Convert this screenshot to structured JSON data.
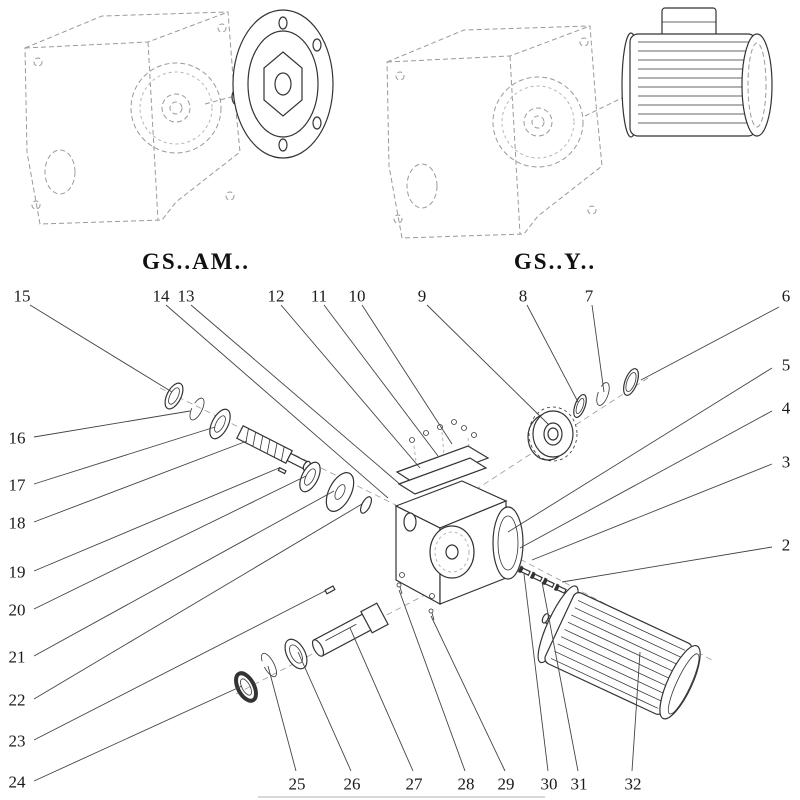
{
  "titles": {
    "left": "GS..AM..",
    "right": "GS..Y.."
  },
  "callouts": {
    "top": [
      "15",
      "14",
      "13",
      "12",
      "11",
      "10",
      "9",
      "8",
      "7",
      "6"
    ],
    "left": [
      "16",
      "17",
      "18",
      "19",
      "20",
      "21",
      "22",
      "23",
      "24"
    ],
    "right": [
      "5",
      "4",
      "3",
      "2"
    ],
    "bottom": [
      "25",
      "26",
      "27",
      "28",
      "29",
      "30",
      "31",
      "32"
    ]
  },
  "colors": {
    "line": "#333333",
    "hidden_line": "#9a9a9a",
    "text": "#1a1a1a"
  }
}
